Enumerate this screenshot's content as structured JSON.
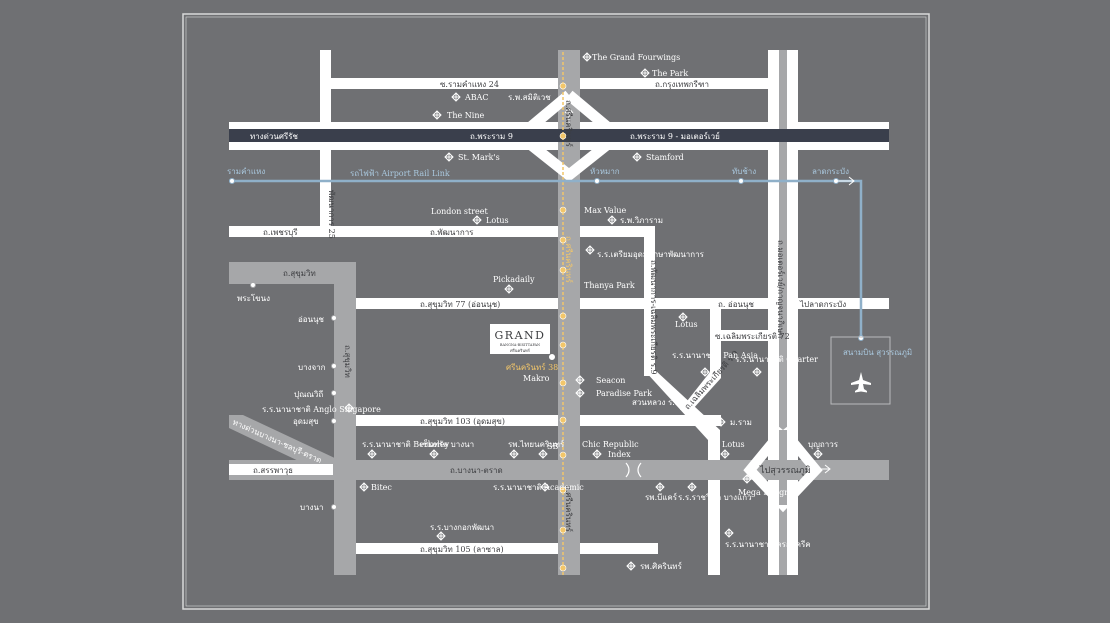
{
  "map": {
    "colors": {
      "background": "#6f7073",
      "road": "#ffffff",
      "road_gray": "#a6a7a9",
      "expressway": "#3a3f4c",
      "airport_link": "#8fb0c9",
      "bts": "#f2c66a",
      "frame": "#d9d9d9"
    },
    "roads": {
      "soi_ramkhamhaeng_24": "ซ.รามคำแหง 24",
      "krungthep_kreetha": "ถ.กรุงเทพกรีฑา",
      "si_rat_expressway": "ทางด่วนศรีรัช",
      "rama9": "ถ.พระราม 9",
      "rama9_motorway": "ถ.พระราม 9 - มอเตอร์เวย์",
      "phatthanakan_25": "พัฒนาการ 25",
      "phetchaburi": "ถ.เพชรบุรี",
      "phatthanakan": "ถ.พัฒนาการ",
      "sukhumvit_top": "ถ.สุขุมวิท",
      "sukhumvit_77": "ถ.สุขุมวิท 77 (อ่อนนุช)",
      "on_nut": "ถ. อ่อนนุช",
      "to_lat_krabang": "ไปลาดกระบัง",
      "chaloem_phrakiat_72": "ซ.เฉลิมพระเกียรติ 72",
      "sukhumvit_103": "ถ.สุขุมวิท 103 (อุดมสุข)",
      "bangna_trat": "ถ.บางนา-ตราด",
      "to_suvarnabhumi": "ไปสุวรรณภูมิ",
      "sanphawut": "ถ.สรรพาวุธ",
      "sukhumvit_105": "ถ.สุขุมวิท 105 (ลาซาล)",
      "bangna_expressway": "ทางด่วนบางนา-ชลบุรี-ตราด",
      "srinakarin": "ถ.ศรีนครินทร์",
      "srinakarin_2": "ถ.ศรีนครินทร์",
      "srinakarin_3": "ถ.ศรีนครินทร์",
      "motorway_side": "ถ.มอเตอร์เวย์/กาญจนาภิเษก",
      "chaloem_phrakiat_soi": "ถ.เฉลิมพระเกียรติ ร.9",
      "phatthanakan_chaloem": "ถ.พัฒนาการ-เฉลิมพระเกียรติ ร.9",
      "sukhumvit_side": "ถ.สุขุมวิท",
      "airport_rail_link": "รถไฟฟ้า Airport Rail Link"
    },
    "stations": {
      "ramkhamhaeng": "รามคำแหง",
      "hua_mak": "หัวหมาก",
      "ban_thap_chang": "ทับช้าง",
      "lat_krabang": "ลาดกระบัง",
      "phra_khanong": "พระโขนง",
      "on_nut": "อ่อนนุช",
      "bang_chak": "บางจาก",
      "punnawithi": "ปุณณวิถี",
      "udom_suk": "อุดมสุข",
      "bang_na": "บางนา",
      "srinakarin_38": "ศรีนครินทร์ 38"
    },
    "places": [
      "The Grand Fourwings",
      "The Park",
      "ABAC",
      "ร.พ.สมิติเวช",
      "The Nine",
      "St. Mark's",
      "Stamford",
      "London street",
      "Lotus",
      "Max Value",
      "ร.พ.วิภาราม",
      "ร.ร.เตรียมอุดมศึกษาพัฒนาการ",
      "Thanya Park",
      "Pickadaily",
      "Lotus",
      "ร.ร.นานาชาติ Pan Asia",
      "ร.ร.นานาชาติ Charter",
      "Makro",
      "Seacon",
      "Paradise Park",
      "สวนหลวง ร.9",
      "ร.ร.นานาชาติ Anglo Singapore",
      "ม.ราม",
      "ร.ร.นานาชาติ Berkeley",
      "เซ็นทรัล บางนา",
      "รพ.ไทยนครินทร์",
      "SB",
      "Chic Republic",
      "Index",
      "Lotus",
      "บุญถาวร",
      "Bitec",
      "ร.ร.นานาชาติ Academic",
      "รพ.บีแคร์",
      "ร.ร.ราชวินิต บางแก้ว",
      "Mega Bangna",
      "ร.ร.บางกอกพัฒนา",
      "ร.ร.นานาชาติ ครอสครีค",
      "รพ.ศิครินทร์"
    ],
    "project": {
      "logo_title": "GRAND",
      "logo_sub1": "BANGNA-BISITTAPAN",
      "logo_sub2": "ศรีนครินทร์",
      "airport": "สนามบิน สุวรรณภูมิ"
    }
  }
}
